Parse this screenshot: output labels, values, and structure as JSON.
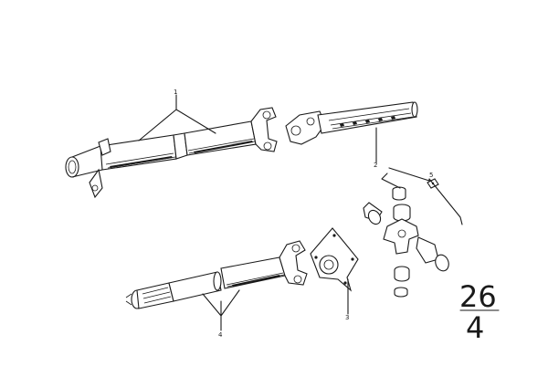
{
  "diagram": {
    "callouts": {
      "c1": "1",
      "c2": "2",
      "c3": "3",
      "c4": "4",
      "c5": "5"
    },
    "group": {
      "top": "26",
      "bottom": "4"
    }
  }
}
